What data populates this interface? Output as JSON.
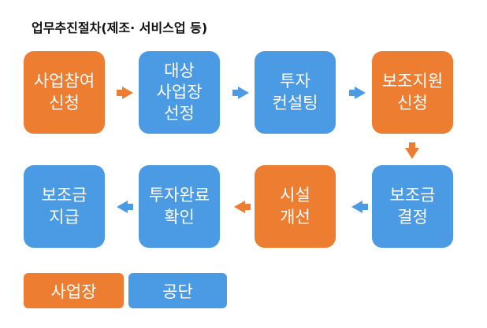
{
  "title": "업무추진절차(제조· 서비스업 등)",
  "colors": {
    "business": "#ED7D31",
    "agency": "#4A9BE3"
  },
  "steps": [
    {
      "label": "사업참여\n신청"
    },
    {
      "label": "대상\n사업장\n선정"
    },
    {
      "label": "투자\n컨설팅"
    },
    {
      "label": "보조지원\n신청"
    },
    {
      "label": "보조금\n결정"
    },
    {
      "label": "시설\n개선"
    },
    {
      "label": "투자완료\n확인"
    },
    {
      "label": "보조금\n지급"
    }
  ],
  "legend": {
    "business": "사업장",
    "agency": "공단"
  }
}
